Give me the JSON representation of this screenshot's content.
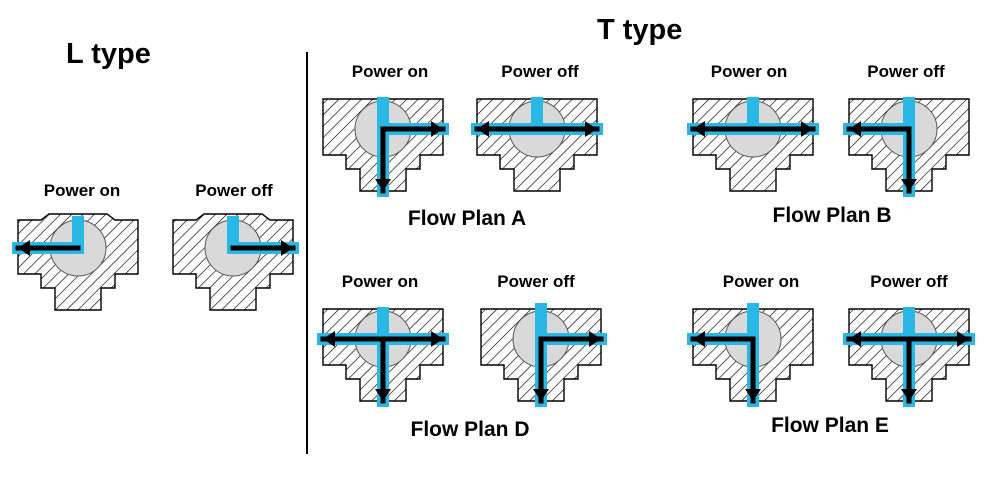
{
  "l_type": {
    "title": "L type",
    "power_on_label": "Power on",
    "power_off_label": "Power off"
  },
  "t_type": {
    "title": "T type",
    "plans": [
      {
        "name": "Flow Plan A",
        "power_on_label": "Power on",
        "power_off_label": "Power off"
      },
      {
        "name": "Flow Plan B",
        "power_on_label": "Power on",
        "power_off_label": "Power off"
      },
      {
        "name": "Flow Plan D",
        "power_on_label": "Power on",
        "power_off_label": "Power off"
      },
      {
        "name": "Flow Plan E",
        "power_on_label": "Power on",
        "power_off_label": "Power off"
      }
    ]
  },
  "colors": {
    "channel": "#29b8e6",
    "ball": "#d9d9d9",
    "body_hatch": "#000000",
    "arrow": "#000000"
  }
}
